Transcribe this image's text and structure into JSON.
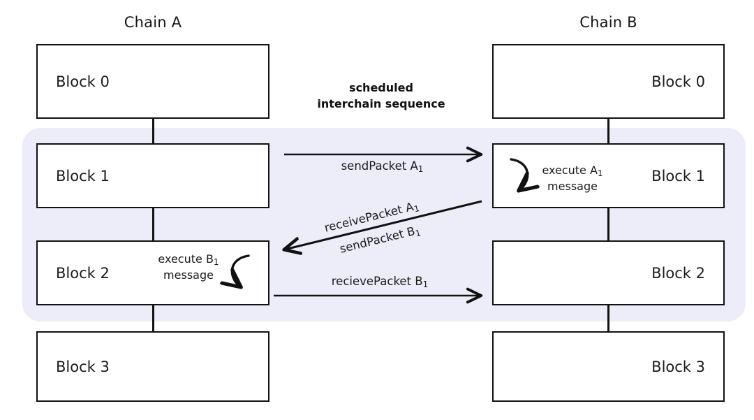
{
  "diagram": {
    "title_a": "Chain A",
    "title_b": "Chain B",
    "highlight_color": "#ededf9",
    "line_color": "#111111",
    "background": "#ffffff"
  },
  "chain_a": {
    "name": "Chain A",
    "blocks": [
      {
        "label": "Block 0",
        "highlighted": false
      },
      {
        "label": "Block 1",
        "highlighted": true
      },
      {
        "label": "Block 2",
        "highlighted": true
      },
      {
        "label": "Block 3",
        "highlighted": false
      }
    ],
    "annotation": {
      "line1": "execute B",
      "sub": "1",
      "line2": "message",
      "in_block": "Block 2"
    }
  },
  "chain_b": {
    "name": "Chain B",
    "blocks": [
      {
        "label": "Block 0",
        "highlighted": false
      },
      {
        "label": "Block 1",
        "highlighted": true
      },
      {
        "label": "Block 2",
        "highlighted": true
      },
      {
        "label": "Block 3",
        "highlighted": false
      }
    ],
    "annotation": {
      "line1": "execute A",
      "sub": "1",
      "line2": "message",
      "in_block": "Block 1"
    }
  },
  "sequence_note": {
    "line1": "scheduled",
    "line2": "interchain sequence"
  },
  "messages": [
    {
      "id": "m1",
      "text": "sendPacket A",
      "sub": "1",
      "direction": "a-to-b",
      "style": "horizontal"
    },
    {
      "id": "m2",
      "text": "receivePacket A",
      "sub": "1",
      "direction": "b-to-a",
      "style": "diagonal"
    },
    {
      "id": "m3",
      "text": "sendPacket B",
      "sub": "1",
      "direction": "b-to-a",
      "style": "diagonal"
    },
    {
      "id": "m4",
      "text": "recievePacket B",
      "sub": "1",
      "direction": "a-to-b",
      "style": "horizontal"
    }
  ]
}
